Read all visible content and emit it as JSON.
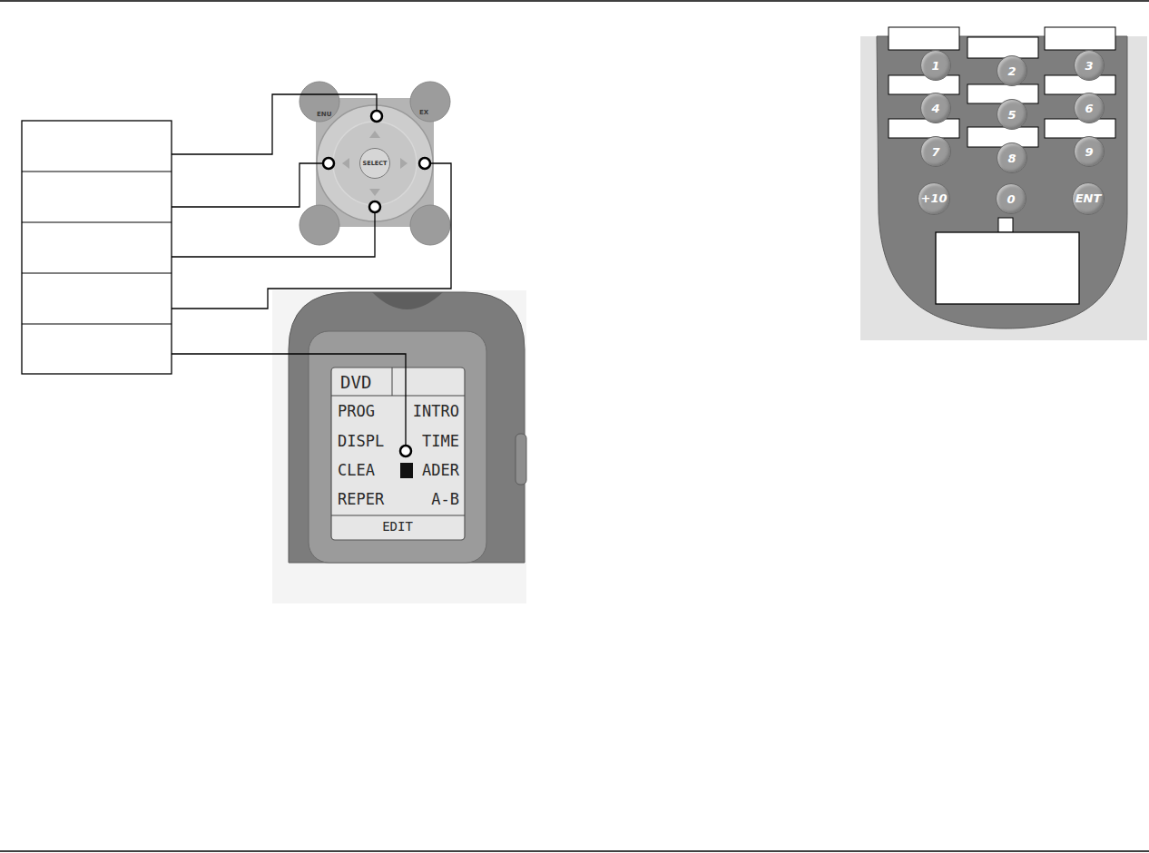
{
  "diagram": {
    "nodes": [
      {
        "text": [
          "SELECT"
        ]
      },
      {
        "text": [
          "DVD",
          "PROG",
          "INTRO",
          "DISPL",
          "TIME",
          "CLEA",
          "ADER",
          "REPER",
          "A-B",
          "EDIT"
        ]
      },
      {
        "text": [
          "1"
        ]
      },
      {
        "text": [
          "2"
        ]
      },
      {
        "text": [
          "3"
        ]
      },
      {
        "text": [
          "4"
        ]
      },
      {
        "text": [
          "5"
        ]
      },
      {
        "text": [
          "6"
        ]
      },
      {
        "text": [
          "7"
        ]
      },
      {
        "text": [
          "8"
        ]
      },
      {
        "text": [
          "9"
        ]
      },
      {
        "text": [
          "+10"
        ]
      },
      {
        "text": [
          "0"
        ]
      },
      {
        "text": [
          "ENT"
        ]
      }
    ],
    "labels": [
      "ENU",
      "EX"
    ]
  }
}
